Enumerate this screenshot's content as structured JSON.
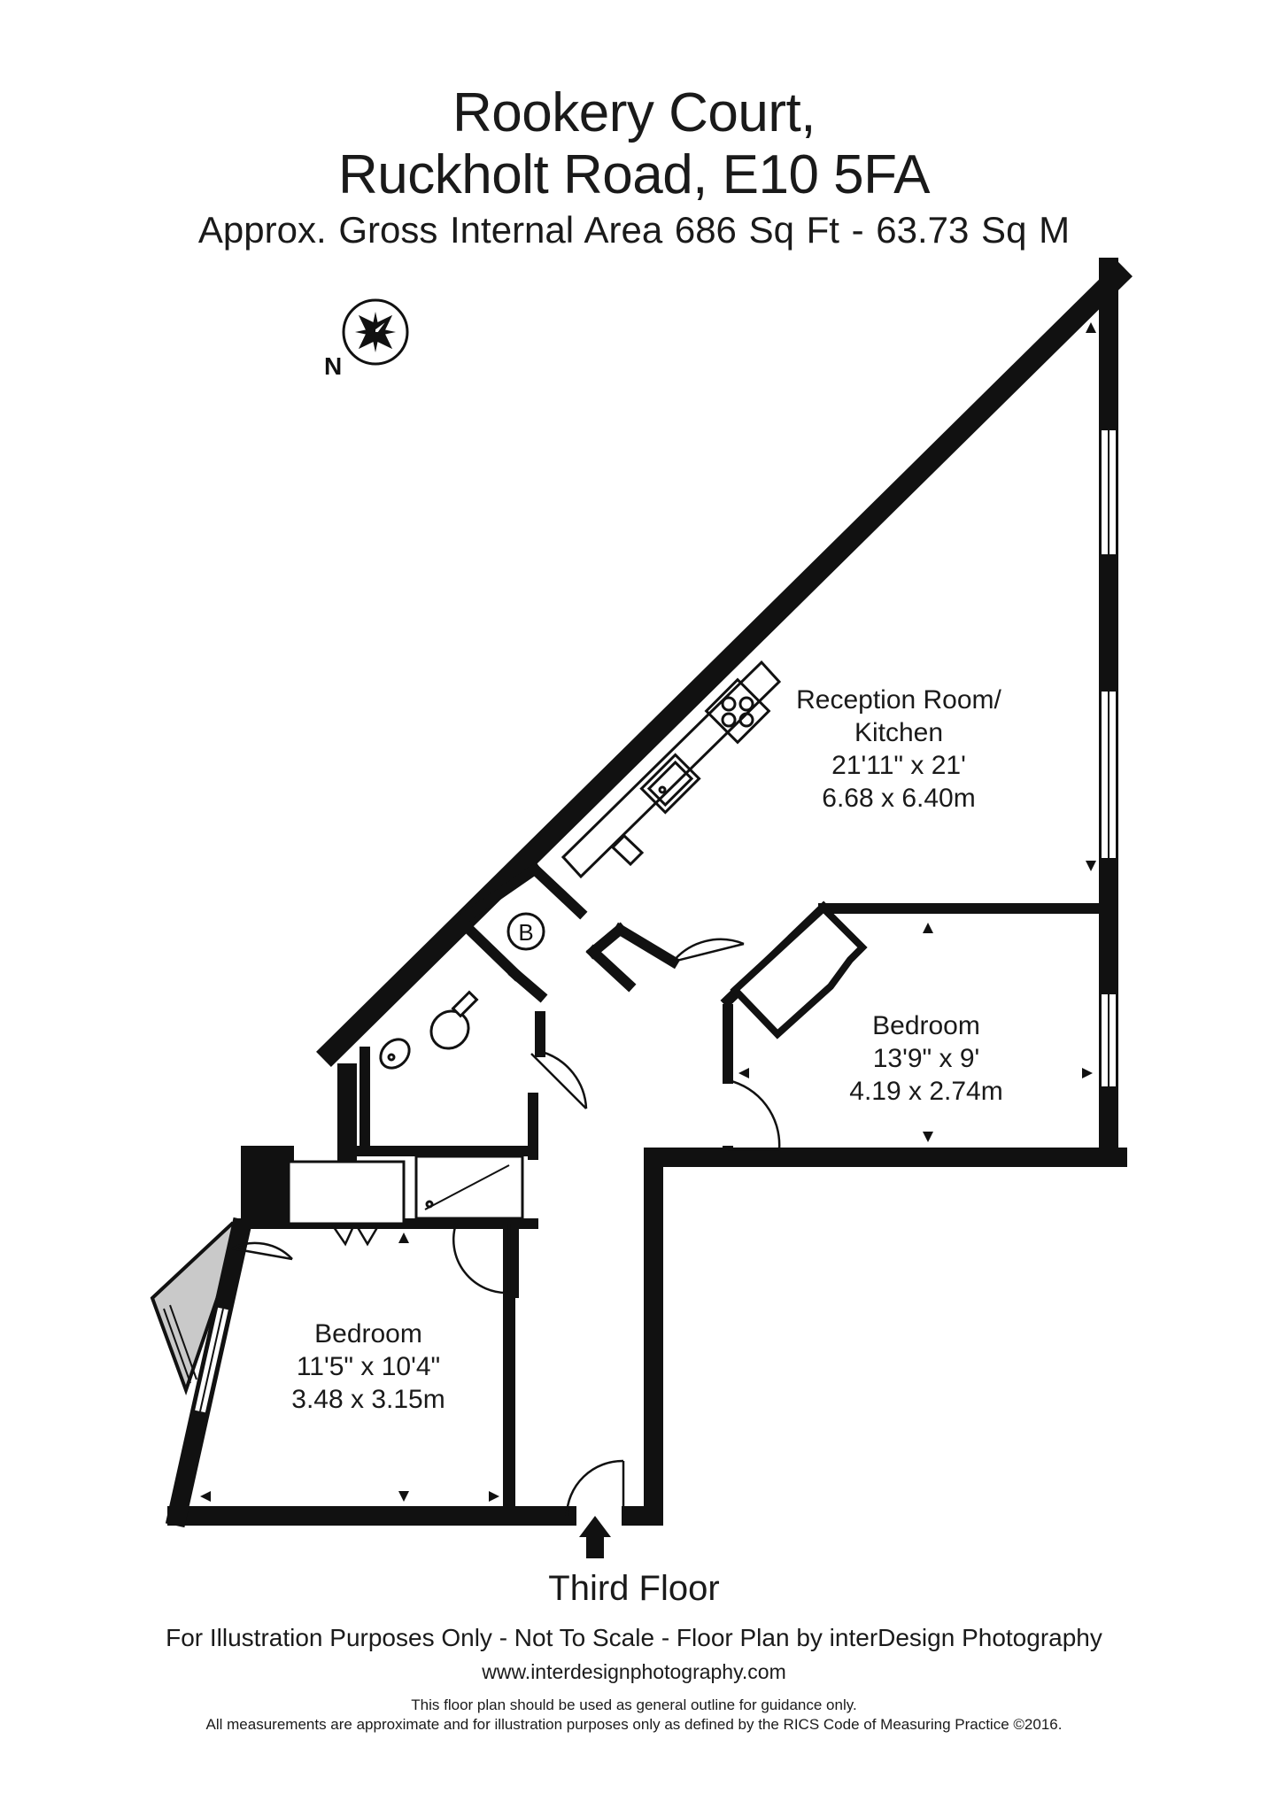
{
  "header": {
    "title_line1": "Rookery Court,",
    "title_line2": "Ruckholt Road, E10 5FA",
    "area_line": "Approx. Gross Internal Area   686 Sq Ft  -  63.73 Sq M"
  },
  "compass": {
    "label": "N",
    "icon": "compass-rose-icon"
  },
  "rooms": {
    "reception": {
      "name_line1": "Reception Room/",
      "name_line2": "Kitchen",
      "imperial": "21'11\" x 21'",
      "metric": "6.68 x 6.40m"
    },
    "bedroom_right": {
      "name": "Bedroom",
      "imperial": "13'9\" x 9'",
      "metric": "4.19 x 2.74m"
    },
    "bedroom_left": {
      "name": "Bedroom",
      "imperial": "11'5\" x 10'4\"",
      "metric": "3.48 x 3.15m"
    },
    "boiler_label": "B"
  },
  "footer": {
    "floor": "Third Floor",
    "disclaimer": "For Illustration Purposes Only - Not To Scale - Floor Plan by interDesign Photography",
    "website": "www.interdesignphotography.com",
    "note1": "This floor plan should be used as general outline for guidance only.",
    "note2": "All measurements are approximate and for illustration purposes only as defined by the RICS Code of Measuring Practice ©2016."
  },
  "colors": {
    "wall": "#111111",
    "balcony": "#c9c9c9"
  }
}
